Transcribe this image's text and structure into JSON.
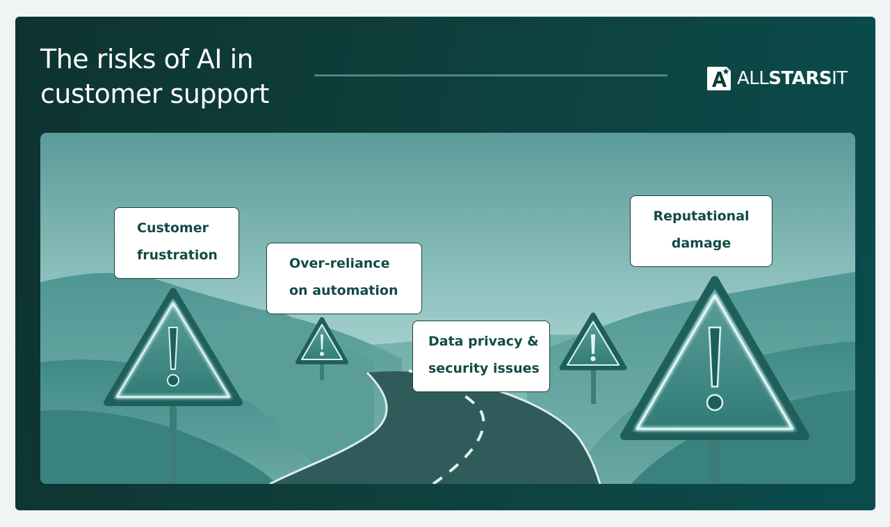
{
  "header": {
    "title": "The risks of AI in\ncustomer support",
    "logo": {
      "icon": "star-a-logo-icon",
      "text_light": "ALL",
      "text_bold": "STARS",
      "text_tail": "IT"
    }
  },
  "colors": {
    "background": "#0f3f3c",
    "accent": "#124a45",
    "label_text": "#124a45",
    "label_border": "#17403c",
    "sky_top": "#5b9b99",
    "sky_horizon": "#c0e0dd"
  },
  "risks": [
    {
      "label": "Customer\nfrustration",
      "icon": "warning-triangle-icon"
    },
    {
      "label": "Over-reliance\non automation",
      "icon": "warning-triangle-icon"
    },
    {
      "label": "Data privacy &\nsecurity issues",
      "icon": "warning-triangle-icon"
    },
    {
      "label": "Reputational\ndamage",
      "icon": "warning-triangle-icon"
    }
  ]
}
